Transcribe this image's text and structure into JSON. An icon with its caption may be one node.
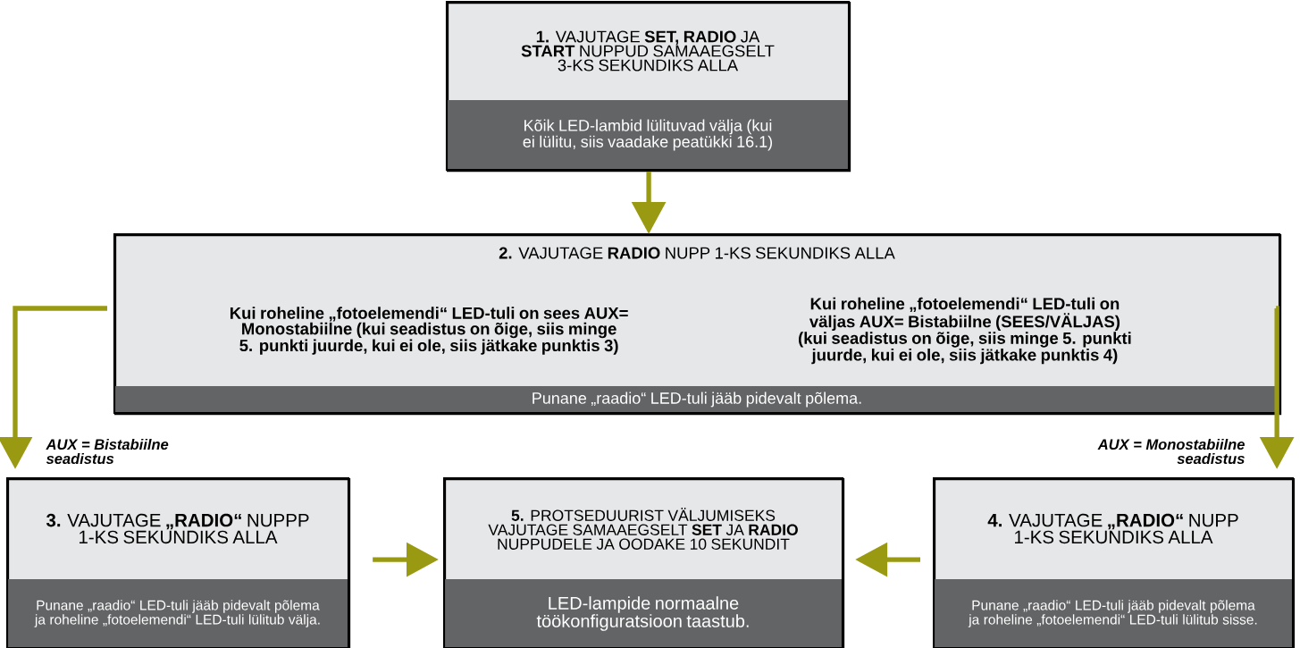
{
  "diagram": {
    "nodes": [
      {
        "text": [
          "**1.** VAJUTAGE **SET, RADIO** JA **START** NUPPUD SAMAAEGSELT 3-KS SEKUNDIKS ALLA",
          "Kõik LED-lambid lülituvad välja (kui ei lülitu, siis vaadake peatükki 16.1)"
        ]
      },
      {
        "text": [
          "**2.** VAJUTAGE **RADIO** NUPP 1-KS SEKUNDIKS ALLA",
          "Kui roheline „fotoelemendi“ LED-tuli on sees AUX= Monostabiilne (kui seadistus on õige, siis minge 5. punkti juurde, kui ei ole, siis jätkake punktis 3)",
          "Kui roheline „fotoelemendi“ LED-tuli on väljas AUX= Bistabiilne (SEES/VÄLJAS) (kui seadistus on õige, siis minge 5. punkti juurde, kui ei ole, siis jätkake punktis 4)",
          "Punane „raadio“ LED-tuli jääb pidevalt põlema."
        ]
      },
      {
        "text": [
          "**3.** VAJUTAGE **„RADIO“** NUPPP 1-KS SEKUNDIKS ALLA",
          "Punane „raadio“ LED-tuli jääb pidevalt põlema ja roheline „fotoelemendi“ LED-tuli lülitub välja."
        ]
      },
      {
        "text": [
          "**5.** PROTSEDUURIST VÄLJUMISEKS VAJUTAGE SAMAAEGSELT **SET** JA **RADIO** NUPPUDELE JA OODAKE 10 SEKUNDIT",
          "LED-lampide normaalne töökonfiguratsioon taastub."
        ]
      },
      {
        "text": [
          "**4.** VAJUTAGE **„RADIO“** NUPP 1-KS SEKUNDIKS ALLA",
          "Punane „raadio“ LED-tuli jääb pidevalt põlema ja roheline „fotoelemendi“ LED-tuli lülitub sisse."
        ]
      }
    ],
    "edges": [
      {
        "from": 0,
        "to": 1,
        "arrow": "to"
      },
      {
        "from": 1,
        "to": 2,
        "arrow": "to",
        "label": "AUX = Bistabiilne seadistus"
      },
      {
        "from": 1,
        "to": 4,
        "arrow": "to",
        "label": "AUX = Monostabiilne seadistus"
      },
      {
        "from": 2,
        "to": 3,
        "arrow": "to"
      },
      {
        "from": 4,
        "to": 3,
        "arrow": "to"
      }
    ]
  }
}
